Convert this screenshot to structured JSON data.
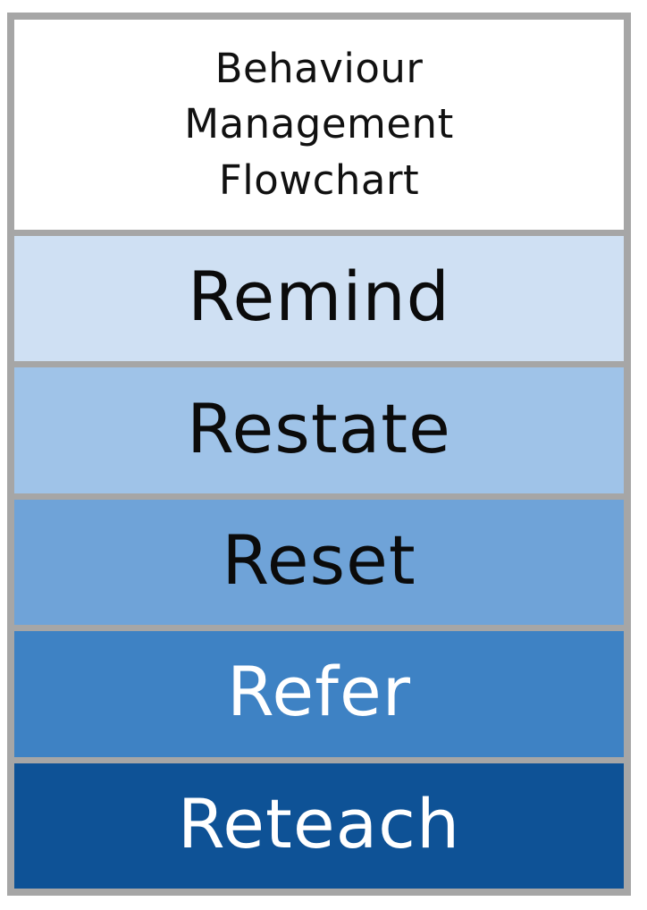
{
  "title": {
    "text": "Behaviour\nManagement\nFlowchart"
  },
  "steps": [
    {
      "label": "Remind",
      "bg": "#cfe0f3",
      "text_color": "#0b0b0b"
    },
    {
      "label": "Restate",
      "bg": "#9fc3e8",
      "text_color": "#0b0b0b"
    },
    {
      "label": "Reset",
      "bg": "#6fa3d8",
      "text_color": "#0b0b0b"
    },
    {
      "label": "Refer",
      "bg": "#3e82c4",
      "text_color": "#ffffff"
    },
    {
      "label": "Reteach",
      "bg": "#0e5296",
      "text_color": "#ffffff"
    }
  ],
  "colors": {
    "border": "#a6a6a6",
    "title_bg": "#ffffff",
    "page_bg": "#ffffff"
  }
}
